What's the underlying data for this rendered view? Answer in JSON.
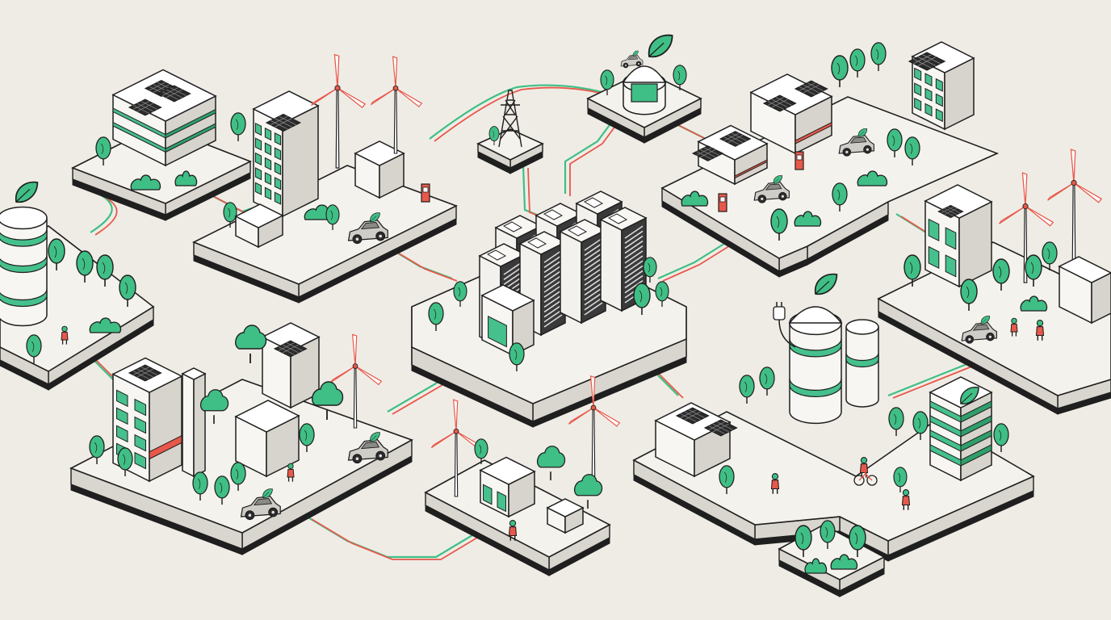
{
  "scene": {
    "background": "#efece6",
    "colors": {
      "ink": "#1f1f1f",
      "tile_top": "#f4f2ed",
      "tile_side": "#d9d6cf",
      "tile_base": "#1f1f1f",
      "tree": "#3fbf85",
      "tree_dark": "#2f9e6b",
      "accent": "#e8584a",
      "panel": "#2b2b2b",
      "building": "#f7f6f2",
      "building_side": "#d7d4cd",
      "window": "#46c08c"
    },
    "nodes": [
      {
        "id": "data-center-hub",
        "kind": "data-center"
      },
      {
        "id": "office-solar-nw",
        "kind": "office-building"
      },
      {
        "id": "tower-wind-campus",
        "kind": "office-tower"
      },
      {
        "id": "tank-plot-west",
        "kind": "storage-tank"
      },
      {
        "id": "city-block-sw",
        "kind": "city-block"
      },
      {
        "id": "wind-garden-south",
        "kind": "wind-garden"
      },
      {
        "id": "pylon-node",
        "kind": "transmission-pylon"
      },
      {
        "id": "dome-node",
        "kind": "domed-kiosk"
      },
      {
        "id": "solar-factory-ne",
        "kind": "solar-factory"
      },
      {
        "id": "wind-campus-east",
        "kind": "wind-campus"
      },
      {
        "id": "biogas-plant-se",
        "kind": "biogas-plant"
      },
      {
        "id": "park-plot-south",
        "kind": "park"
      }
    ],
    "link_count": 12,
    "icons": [
      "solar-panel-icon",
      "wind-turbine-icon",
      "leaf-icon",
      "car-icon",
      "tree-icon",
      "person-icon",
      "power-plug-icon",
      "pylon-icon",
      "bicycle-icon",
      "charging-station-icon"
    ]
  }
}
